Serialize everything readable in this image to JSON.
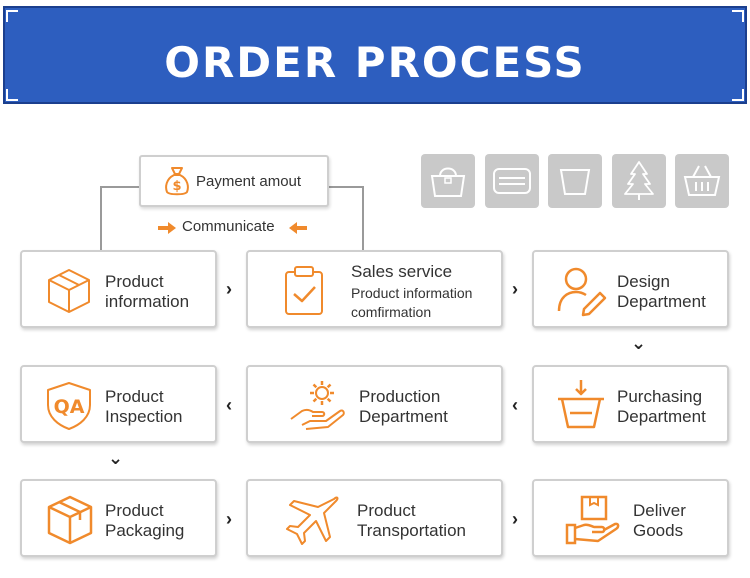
{
  "header": {
    "title": "ORDER PROCESS"
  },
  "payment": {
    "label": "Payment amout"
  },
  "communicate": {
    "label": "Communicate"
  },
  "steps": {
    "product_information": {
      "line1": "Product",
      "line2": "information"
    },
    "sales_service": {
      "title": "Sales service",
      "sub1": "Product information",
      "sub2": "comfirmation"
    },
    "design_department": {
      "line1": "Design",
      "line2": "Department"
    },
    "purchasing_department": {
      "line1": "Purchasing",
      "line2": "Department"
    },
    "production_department": {
      "line1": "Production",
      "line2": "Department"
    },
    "product_inspection": {
      "line1": "Product",
      "line2": "Inspection"
    },
    "product_packaging": {
      "line1": "Product",
      "line2": "Packaging"
    },
    "product_transportation": {
      "line1": "Product",
      "line2": "Transportation"
    },
    "deliver_goods": {
      "line1": "Deliver",
      "line2": "Goods"
    }
  },
  "arrows": {
    "right": "›",
    "left": "‹",
    "down": "⌄"
  },
  "icon_tiles": [
    "handbag-icon",
    "wallet-icon",
    "bucket-icon",
    "christmas-tree-icon",
    "basket-icon"
  ],
  "colors": {
    "accent": "#f08a2c",
    "banner": "#2d5ebf",
    "tile": "#c9c9c9",
    "border": "#cfcfcf"
  }
}
